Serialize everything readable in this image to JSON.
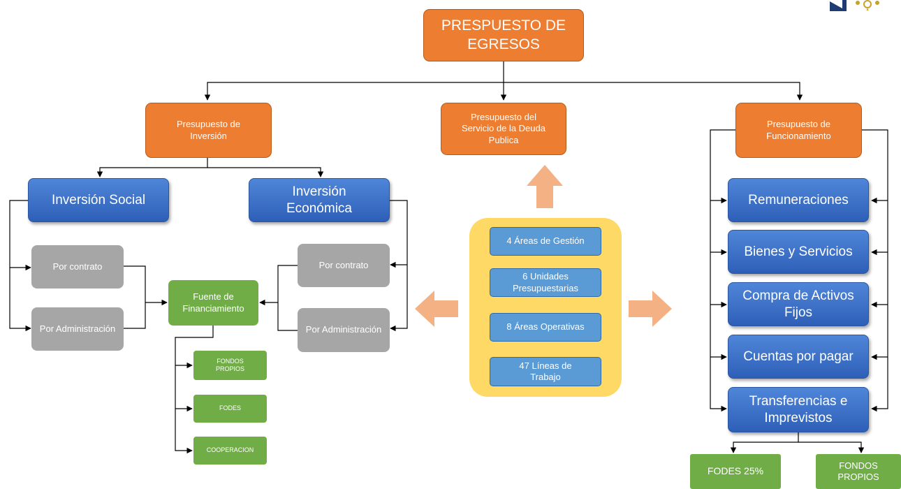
{
  "title": "PRESPUESTO DE EGRESOS",
  "branches": {
    "inversion": "Presupuesto de Inversión",
    "deuda": "Presupuesto del Servicio de la Deuda Publica",
    "funcionamiento": "Presupuesto de Funcionamiento"
  },
  "inversion": {
    "social": "Inversión Social",
    "economica": "Inversión Económica",
    "social_items": [
      "Por contrato",
      "Por Administración"
    ],
    "economica_items": [
      "Por contrato",
      "Por Administración"
    ],
    "financiamiento": "Fuente de Financiamiento",
    "fuentes": [
      "FONDOS PROPIOS",
      "FODES",
      "COOPERACION"
    ]
  },
  "center": {
    "items": [
      "4 Áreas de Gestión",
      "6 Unidades Presupuestarias",
      "8 Áreas Operativas",
      "47 Líneas de Trabajo"
    ]
  },
  "funcionamiento": {
    "items": [
      "Remuneraciones",
      "Bienes y Servicios",
      "Compra de Activos Fijos",
      "Cuentas por pagar",
      "Transferencias e Imprevistos"
    ],
    "fondos": [
      "FODES 25%",
      "FONDOS PROPIOS"
    ]
  },
  "colors": {
    "orange": "#ED7D31",
    "blue": "#4472C4",
    "gray": "#A6A6A6",
    "green": "#70AD47",
    "yellow": "#FFD966",
    "arrow": "#F4B183"
  }
}
